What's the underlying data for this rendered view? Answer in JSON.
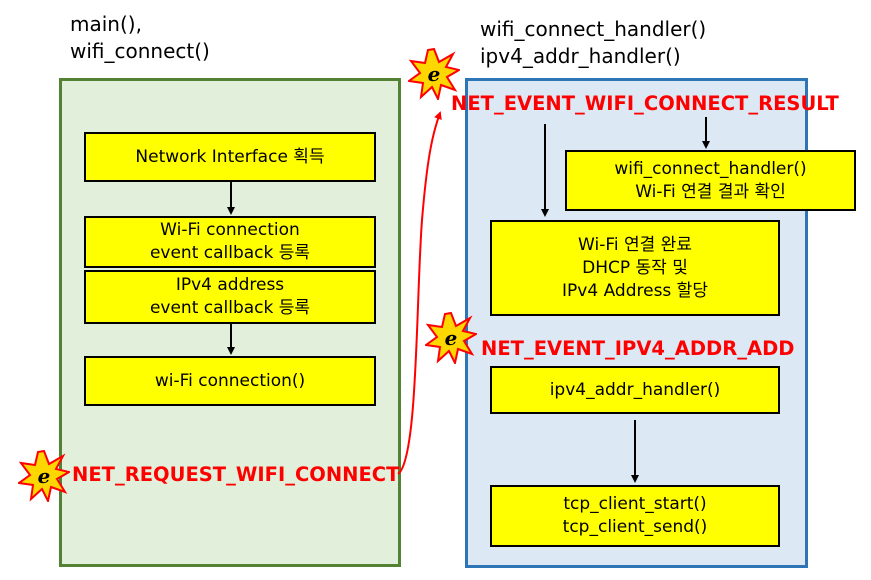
{
  "titles": {
    "left_line1": "main(),",
    "left_line2": "wifi_connect()",
    "right_line1": "wifi_connect_handler()",
    "right_line2": "ipv4_addr_handler()"
  },
  "left_boxes": {
    "get_interface": "Network Interface 획득",
    "wifi_cb_line1": "Wi-Fi connection",
    "wifi_cb_line2": "event callback 등록",
    "ipv4_cb_line1": "IPv4 address",
    "ipv4_cb_line2": "event callback 등록",
    "wifi_connection": "wi-Fi connection()"
  },
  "right_boxes": {
    "handler_line1": "wifi_connect_handler()",
    "handler_line2": "Wi-Fi 연결 결과 확인",
    "done_line1": "Wi-Fi 연결 완료",
    "done_line2": "DHCP 동작 및",
    "done_line3": "IPv4 Address 할당",
    "ipv4_handler": "ipv4_addr_handler()",
    "tcp_line1": "tcp_client_start()",
    "tcp_line2": "tcp_client_send()"
  },
  "events": {
    "wifi_connect_result": "NET_EVENT_WIFI_CONNECT_RESULT",
    "ipv4_addr_add": "NET_EVENT_IPV4_ADDR_ADD",
    "request_wifi_connect": "NET_REQUEST_WIFI_CONNECT",
    "badge_letter": "e"
  },
  "colors": {
    "left_panel_fill": "#e2efda",
    "left_panel_border": "#548235",
    "right_panel_fill": "#dce9f5",
    "right_panel_border": "#2e75b6",
    "box_fill": "#ffff00",
    "event_text": "#ff0000",
    "burst_fill": "#ffd700",
    "burst_border": "#ff0000"
  }
}
